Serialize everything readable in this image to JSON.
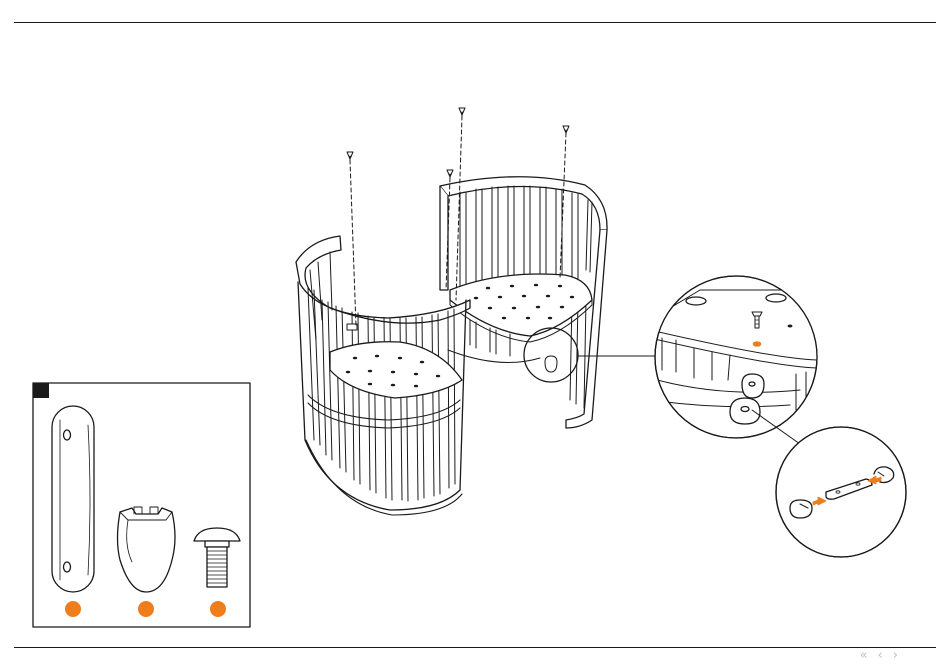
{
  "page": {
    "title": "",
    "parts_box": {
      "parts": [
        {
          "name": "connector-plate",
          "marker_color": "#ee7d1e"
        },
        {
          "name": "plug-cap",
          "marker_color": "#ee7d1e"
        },
        {
          "name": "screw",
          "marker_color": "#ee7d1e"
        }
      ]
    },
    "accent_color": "#ee7d1e",
    "navigation": {
      "first_icon": "double-chevron-left-icon",
      "prev_icon": "chevron-left-icon",
      "next_icon": "chevron-right-icon"
    }
  }
}
